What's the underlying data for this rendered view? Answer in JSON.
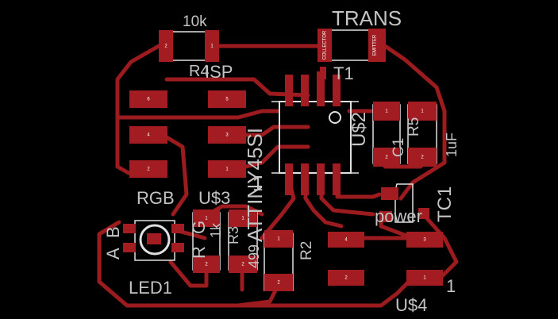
{
  "colors": {
    "background": "#000000",
    "copper": "#a31c22",
    "trace": "#9b1b1e",
    "silkscreen": "#c4c4c4",
    "outline": "#e0e0e0"
  },
  "labels": {
    "r_value_10k": "10k",
    "trans": "TRANS",
    "r4": "R4",
    "isp": "ISP",
    "t1": "T1",
    "ic": "ATTINY45SI",
    "u2": "U$2",
    "ic_num": "1",
    "c1": "C1",
    "r5": "R5",
    "cap_1uf": "1uF",
    "rgb": "RGB",
    "u3": "U$3",
    "led_a": "A",
    "led_b": "B",
    "led_r": "R",
    "led_g": "G",
    "r1k": "1k",
    "r3": "R3",
    "r499": "499",
    "r2": "R2",
    "led1": "LED1",
    "power": "power",
    "tc1": "TC1",
    "u4": "U$4",
    "u4_pin1": "1",
    "collector": "COLLECTOR",
    "emitter": "EMITTER"
  },
  "pads": {
    "p6": "6",
    "p5": "5",
    "p4": "4",
    "p3": "3",
    "p2": "2",
    "p1": "1",
    "r4_1": "1",
    "r4_2": "2",
    "c1_1": "1",
    "c1_2": "2",
    "r5_1": "1",
    "r5_2": "2",
    "r3_1": "1",
    "r3_2": "2",
    "r1k_1": "1",
    "r1k_2": "2",
    "r2_1": "1",
    "r2_2": "2",
    "u4_4": "4",
    "u4_3": "3",
    "u4_2": "2",
    "u4_1": "1"
  }
}
